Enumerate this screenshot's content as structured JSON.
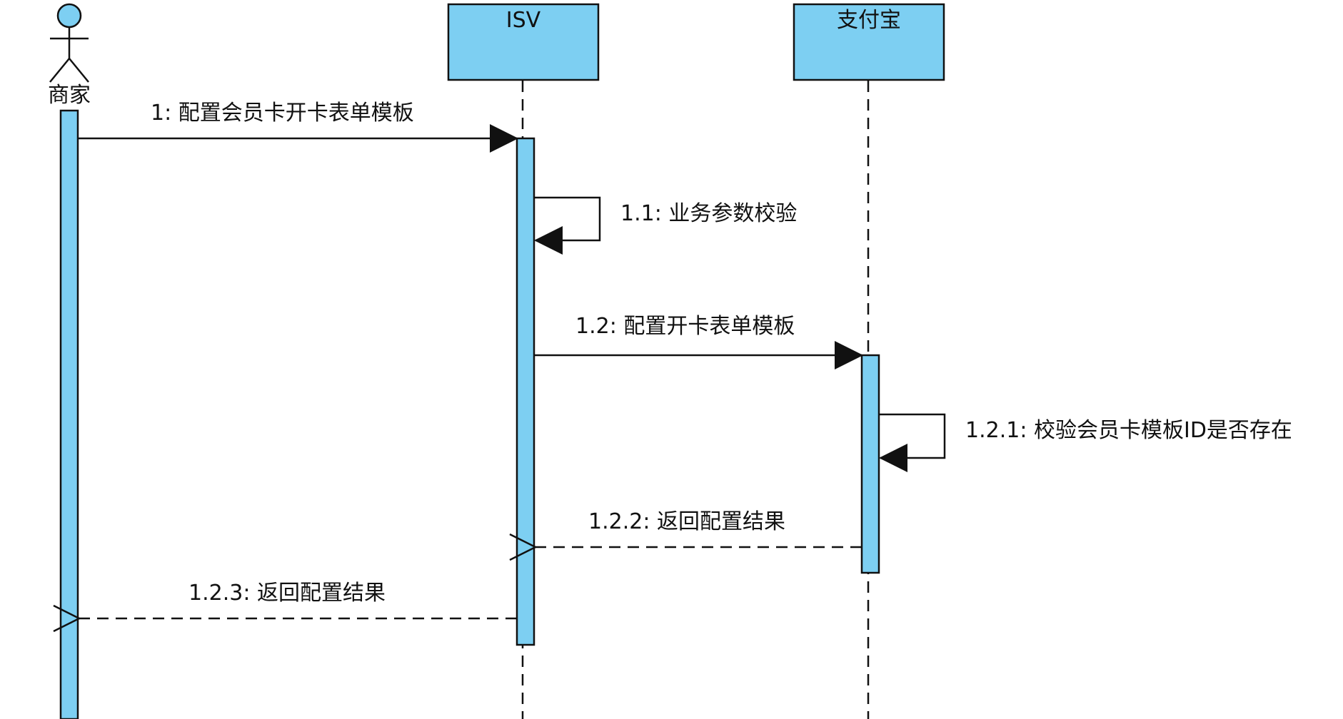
{
  "participants": {
    "merchant": "商家",
    "isv": "ISV",
    "alipay": "支付宝"
  },
  "messages": {
    "m1": "1: 配置会员卡开卡表单模板",
    "m1_1": "1.1: 业务参数校验",
    "m1_2": "1.2: 配置开卡表单模板",
    "m1_2_1": "1.2.1: 校验会员卡模板ID是否存在",
    "m1_2_2": "1.2.2: 返回配置结果",
    "m1_2_3": "1.2.3: 返回配置结果"
  },
  "colors": {
    "fill": "#7dcff2",
    "stroke": "#111111"
  }
}
